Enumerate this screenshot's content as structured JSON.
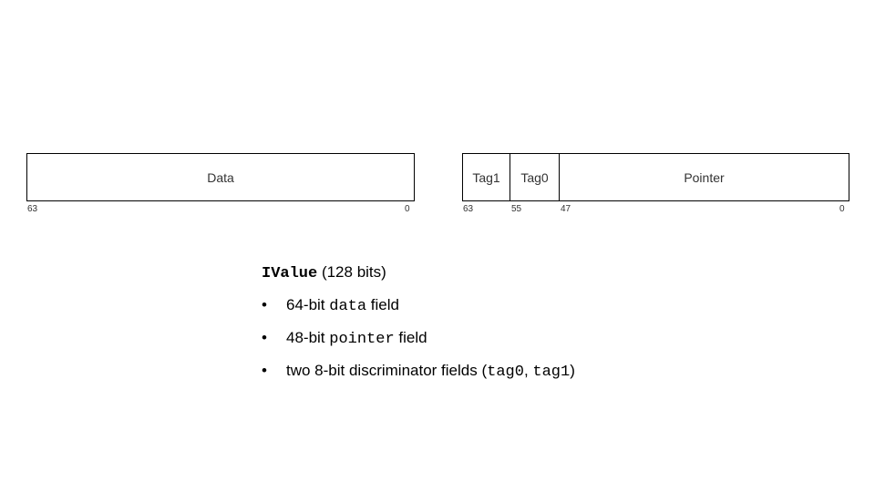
{
  "left_register": {
    "field": "Data",
    "bit_high": "63",
    "bit_low": "0"
  },
  "right_register": {
    "fields": {
      "tag1": "Tag1",
      "tag0": "Tag0",
      "pointer": "Pointer"
    },
    "bits": {
      "b63": "63",
      "b55": "55",
      "b47": "47",
      "b0": "0"
    }
  },
  "description": {
    "title_code": "IValue",
    "title_text": " (128 bits)",
    "bullet_glyph": "•",
    "bullets": [
      {
        "pre": "64-bit ",
        "code": "data",
        "post": " field"
      },
      {
        "pre": "48-bit ",
        "code": "pointer",
        "post": " field"
      },
      {
        "pre": "two 8-bit discriminator fields (",
        "code": "tag0",
        "mid": ", ",
        "code2": "tag1",
        "post": ")"
      }
    ]
  }
}
